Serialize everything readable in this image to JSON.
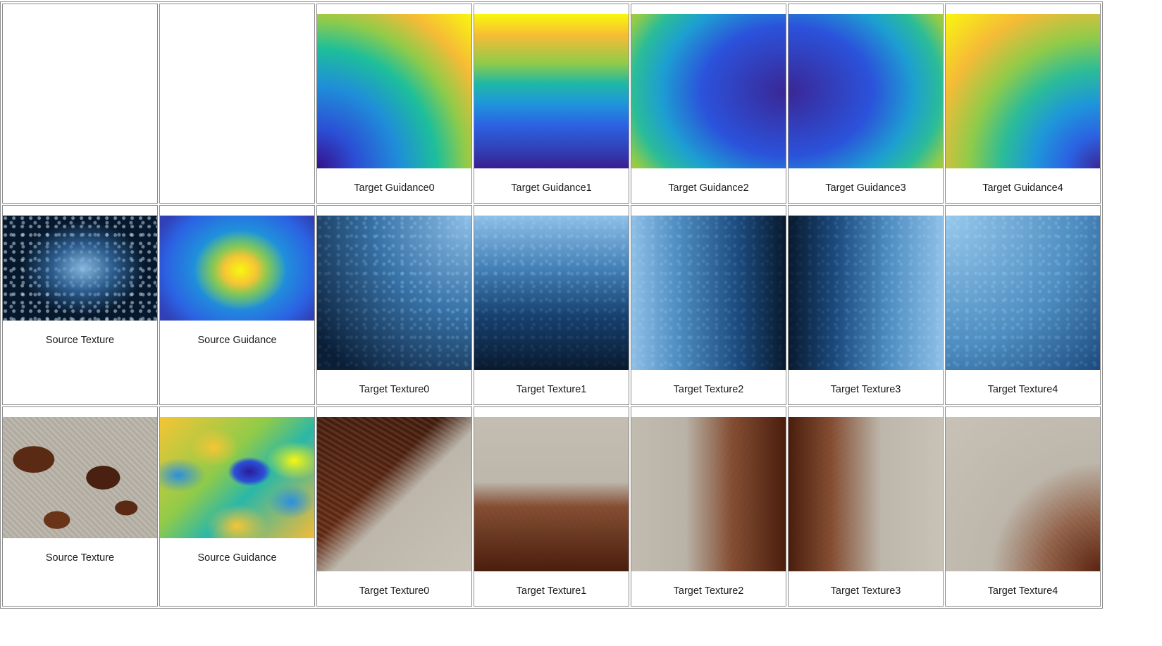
{
  "rows": [
    {
      "cells": [
        {
          "label": ""
        },
        {
          "label": ""
        },
        {
          "label": "Target Guidance0"
        },
        {
          "label": "Target Guidance1"
        },
        {
          "label": "Target Guidance2"
        },
        {
          "label": "Target Guidance3"
        },
        {
          "label": "Target Guidance4"
        }
      ]
    },
    {
      "cells": [
        {
          "label": "Source Texture"
        },
        {
          "label": "Source Guidance"
        },
        {
          "label": "Target Texture0"
        },
        {
          "label": "Target Texture1"
        },
        {
          "label": "Target Texture2"
        },
        {
          "label": "Target Texture3"
        },
        {
          "label": "Target Texture4"
        }
      ]
    },
    {
      "cells": [
        {
          "label": "Source Texture"
        },
        {
          "label": "Source Guidance"
        },
        {
          "label": "Target Texture0"
        },
        {
          "label": "Target Texture1"
        },
        {
          "label": "Target Texture2"
        },
        {
          "label": "Target Texture3"
        },
        {
          "label": "Target Texture4"
        }
      ]
    }
  ]
}
